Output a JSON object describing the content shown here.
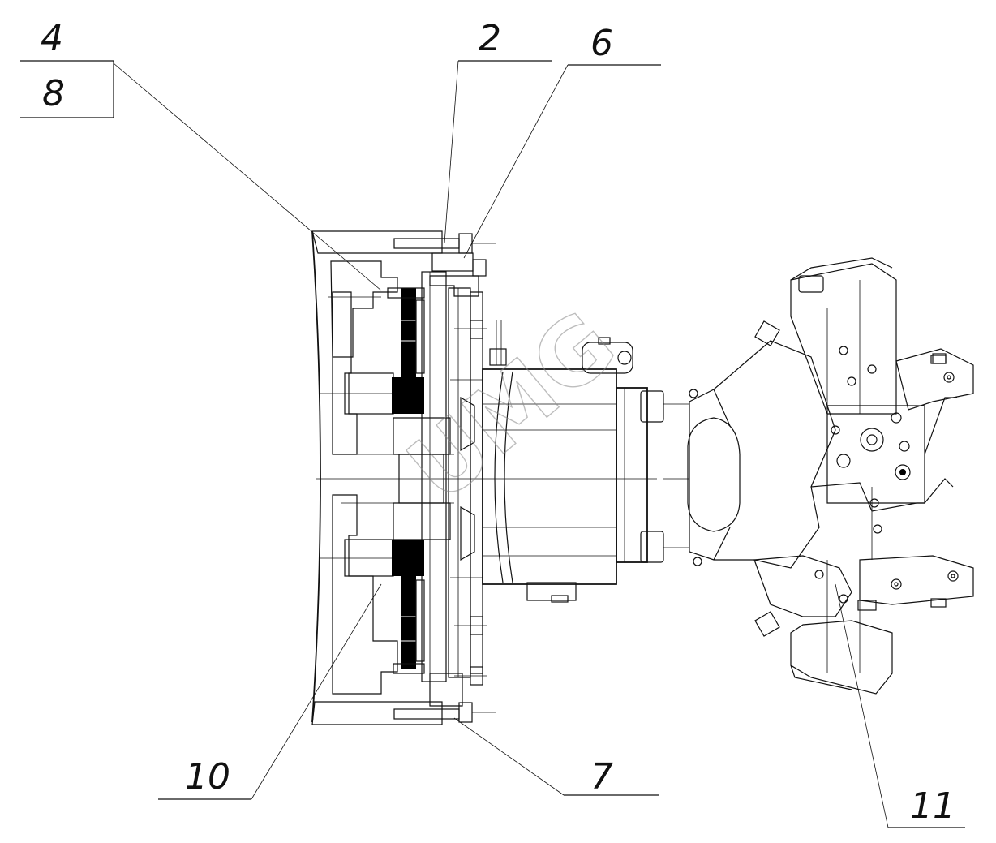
{
  "drawing": {
    "callouts": {
      "c4": "4",
      "c8": "8",
      "c2": "2",
      "c6": "6",
      "c10": "10",
      "c7": "7",
      "c11": "11"
    },
    "watermark": "UMG"
  },
  "colors": {
    "line": "#111111",
    "hatch": "#444444",
    "fill_black": "#000000",
    "watermark": "#888888"
  }
}
